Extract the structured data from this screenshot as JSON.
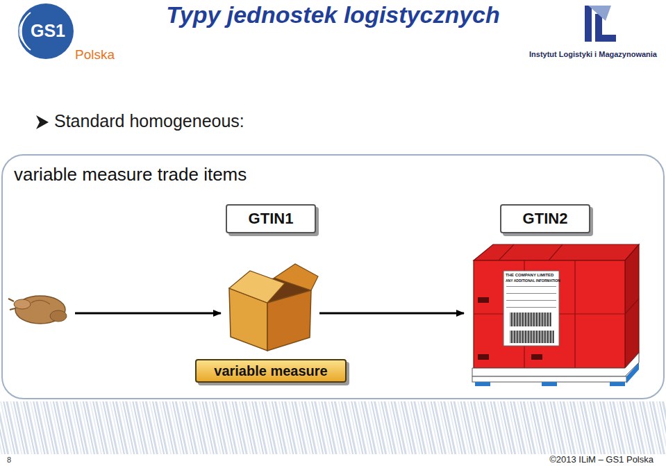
{
  "diagram": {
    "title": "Typy jednostek logistycznych",
    "nodes": [
      {
        "text": [
          "variable measure trade items"
        ]
      },
      {
        "text": [
          "GTIN1"
        ],
        "in": 0
      },
      {
        "text": [
          "GTIN2"
        ],
        "in": 0
      },
      {
        "text": [
          "variable measure"
        ],
        "in": 0
      }
    ],
    "labels": [
      "GS1",
      "Polska",
      "Instytut Logistyki i Magazynowania",
      "Standard homogeneous:",
      "THE COMPANY LIMITED",
      "ANY ADDITIONAL INFORMATION",
      "8",
      "©2013 ILiM – GS1 Polska"
    ]
  }
}
